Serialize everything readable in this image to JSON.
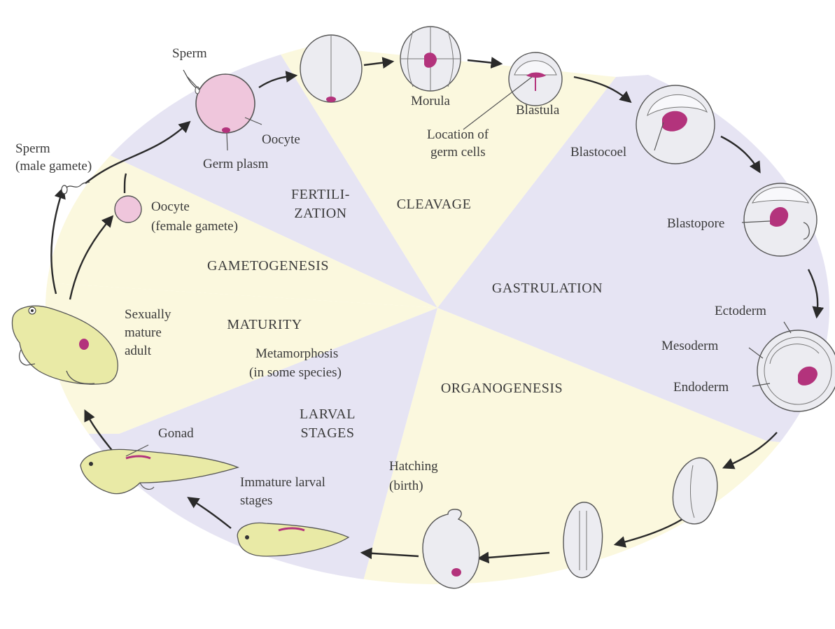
{
  "colors": {
    "cream_sector": "#fbf8de",
    "lavender_sector": "#e6e4f3",
    "germ_cells": "#b3337c",
    "oocyte": "#efc6dc",
    "animal_body": "#e9eaa6"
  },
  "stages": {
    "fertilization_line1": "FERTILI-",
    "fertilization_line2": "ZATION",
    "cleavage": "CLEAVAGE",
    "gastrulation": "GASTRULATION",
    "organogenesis": "ORGANOGENESIS",
    "larval_line1": "LARVAL",
    "larval_line2": "STAGES",
    "maturity": "MATURITY",
    "gametogenesis": "GAMETOGENESIS"
  },
  "labels": {
    "sperm_top": "Sperm",
    "oocyte_top": "Oocyte",
    "germ_plasm": "Germ plasm",
    "sperm_male_line1": "Sperm",
    "sperm_male_line2": "(male gamete)",
    "oocyte_female_line1": "Oocyte",
    "oocyte_female_line2": "(female gamete)",
    "morula": "Morula",
    "blastula": "Blastula",
    "location_line1": "Location of",
    "location_line2": "germ cells",
    "blastocoel": "Blastocoel",
    "blastopore": "Blastopore",
    "ectoderm": "Ectoderm",
    "mesoderm": "Mesoderm",
    "endoderm": "Endoderm",
    "hatching_line1": "Hatching",
    "hatching_line2": "(birth)",
    "immature_line1": "Immature larval",
    "immature_line2": "stages",
    "gonad": "Gonad",
    "sexually_line1": "Sexually",
    "sexually_line2": "mature",
    "sexually_line3": "adult",
    "metamorphosis_line1": "Metamorphosis",
    "metamorphosis_line2": "(in some species)"
  }
}
